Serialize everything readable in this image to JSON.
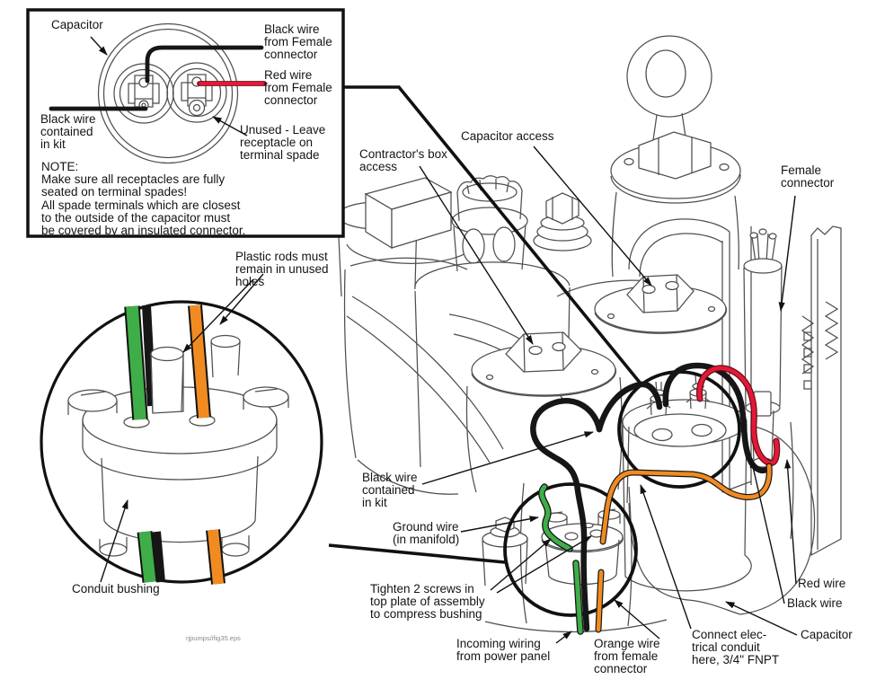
{
  "figure": {
    "credit": "rjpumps/ifig35.eps"
  },
  "colors": {
    "wire_red": "#e31937",
    "wire_orange": "#f18b21",
    "wire_green": "#3fae49",
    "wire_black": "#161616",
    "line_art": "#4f4f4f",
    "highlight": "#111111"
  },
  "inset_capacitor": {
    "capacitor": "Capacitor",
    "black_wire_female": "Black wire\nfrom Female\nconnector",
    "red_wire_female": "Red wire\nfrom Female\nconnector",
    "black_wire_kit": "Black wire\ncontained\nin kit",
    "unused": "Unused - Leave\nreceptacle on\nterminal spade",
    "note": "NOTE:\nMake sure all receptacles are fully\nseated on terminal spades!",
    "note2": "All spade terminals which are closest\nto the outside of the capacitor must\nbe covered by an insulated connector."
  },
  "inset_bushing": {
    "plastic_rods": "Plastic rods must\nremain in unused\nholes",
    "conduit_bushing": "Conduit bushing"
  },
  "main_labels": {
    "contractors_box": "Contractor's box\naccess",
    "capacitor_access": "Capacitor access",
    "female_connector": "Female\nconnector",
    "black_wire_kit": "Black wire\ncontained\nin kit",
    "ground_wire": "Ground wire\n(in manifold)",
    "tighten": "Tighten 2 screws in\ntop plate of assembly\nto compress bushing",
    "incoming": "Incoming wiring\nfrom power panel",
    "orange_wire": "Orange wire\nfrom female\nconnector",
    "connect_conduit": "Connect elec-\ntrical conduit\nhere, 3/4\" FNPT",
    "red_wire": "Red wire",
    "black_wire": "Black wire",
    "capacitor": "Capacitor"
  }
}
